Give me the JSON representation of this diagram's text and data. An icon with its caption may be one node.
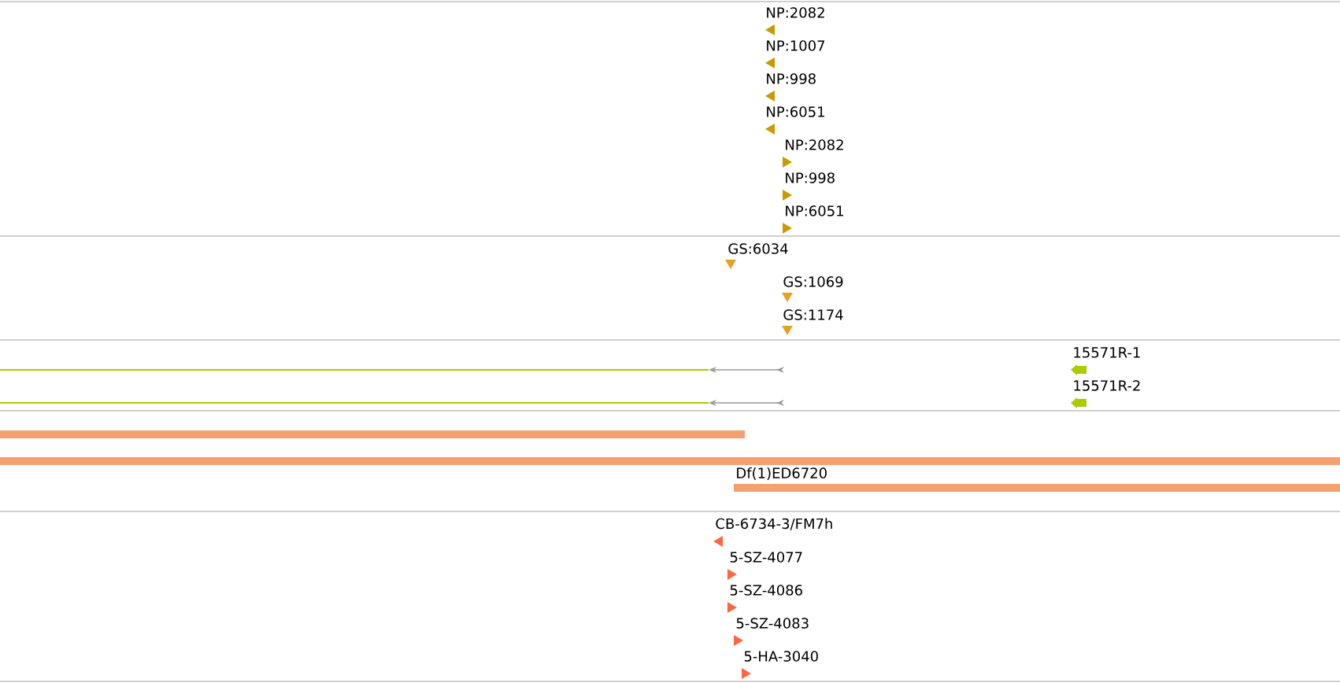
{
  "diagram": {
    "labels": [
      "NP:2082",
      "NP:1007",
      "NP:998",
      "NP:6051",
      "NP:2082",
      "NP:998",
      "NP:6051",
      "GS:6034",
      "GS:1069",
      "GS:1174",
      "15571R-1",
      "15571R-2",
      "Df(1)ED6720",
      "CB-6734-3/FM7h",
      "5-SZ-4077",
      "5-SZ-4086",
      "5-SZ-4083",
      "5-HA-3040"
    ]
  }
}
